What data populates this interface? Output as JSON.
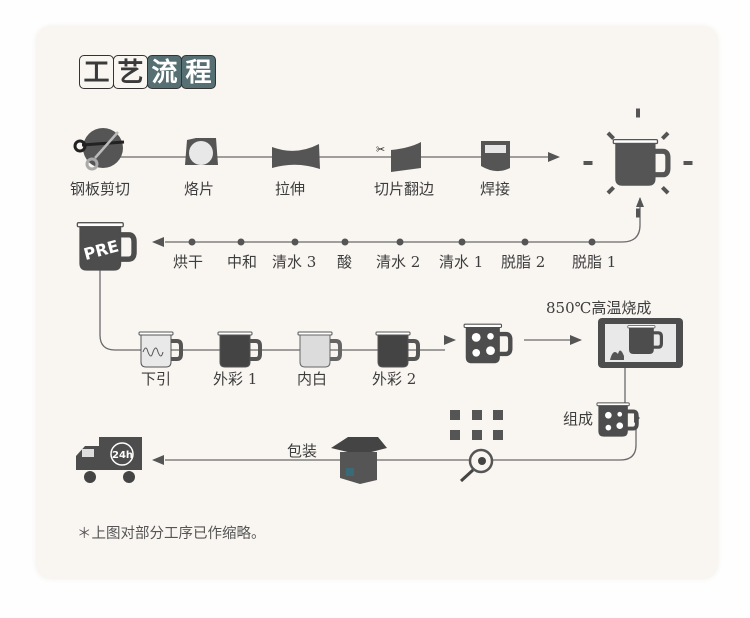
{
  "title": {
    "chars": [
      "工",
      "艺",
      "流",
      "程"
    ],
    "dark_indices": [
      2,
      3
    ]
  },
  "colors": {
    "background": "#f9f6f2",
    "ink": "#555555",
    "title_accent": "#566f72",
    "line": "#6a6a6a"
  },
  "row1": [
    {
      "label": "钢板剪切",
      "icon": "scissors-plate-icon"
    },
    {
      "label": "烙片",
      "icon": "disc-plate-icon"
    },
    {
      "label": "拉伸",
      "icon": "stretch-icon"
    },
    {
      "label": "切片翻边",
      "icon": "trim-edge-icon"
    },
    {
      "label": "焊接",
      "icon": "welding-icon"
    }
  ],
  "row2": [
    {
      "label": "脱脂 1"
    },
    {
      "label": "脱脂 2"
    },
    {
      "label": "清水 1"
    },
    {
      "label": "清水 2"
    },
    {
      "label": "酸"
    },
    {
      "label": "清水 3"
    },
    {
      "label": "中和"
    },
    {
      "label": "烘干"
    }
  ],
  "pre_mug": {
    "text": "PRE"
  },
  "row3": [
    {
      "label": "下引",
      "icon": "mug-ground-coat-icon"
    },
    {
      "label": "外彩 1",
      "icon": "mug-outer-color-icon"
    },
    {
      "label": "内白",
      "icon": "mug-inner-white-icon"
    },
    {
      "label": "外彩 2",
      "icon": "mug-outer-color-icon"
    }
  ],
  "firing": {
    "label": "850℃高温烧成"
  },
  "assemble": {
    "label": "组成"
  },
  "packing": {
    "label": "包装"
  },
  "delivery": {
    "badge": "24h"
  },
  "note": "＊上图对部分工序已作缩略。"
}
